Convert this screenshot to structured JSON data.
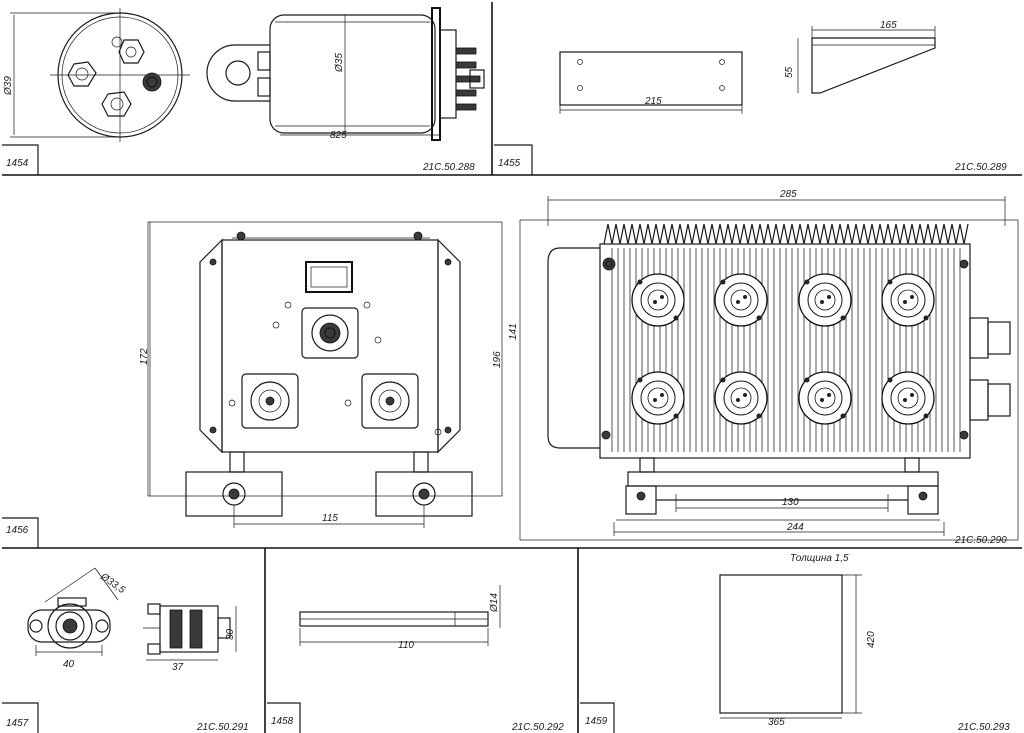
{
  "panels": [
    {
      "id": "1454",
      "code": "21С.50.288",
      "dims": [
        "Ø39",
        "Ø35",
        "825"
      ]
    },
    {
      "id": "1455",
      "code": "21С.50.289",
      "dims": [
        "215",
        "165",
        "55"
      ]
    },
    {
      "id": "1456",
      "code": "21С.50.290",
      "dims": [
        "172",
        "196",
        "115",
        "285",
        "141",
        "130",
        "244"
      ]
    },
    {
      "id": "1457",
      "code": "21С.50.291",
      "dims": [
        "Ø33,5",
        "40",
        "37",
        "30"
      ]
    },
    {
      "id": "1458",
      "code": "21С.50.292",
      "dims": [
        "110",
        "Ø14"
      ]
    },
    {
      "id": "1459",
      "code": "21С.50.293",
      "dims": [
        "365",
        "420"
      ],
      "note": "Толщина 1,5"
    }
  ]
}
